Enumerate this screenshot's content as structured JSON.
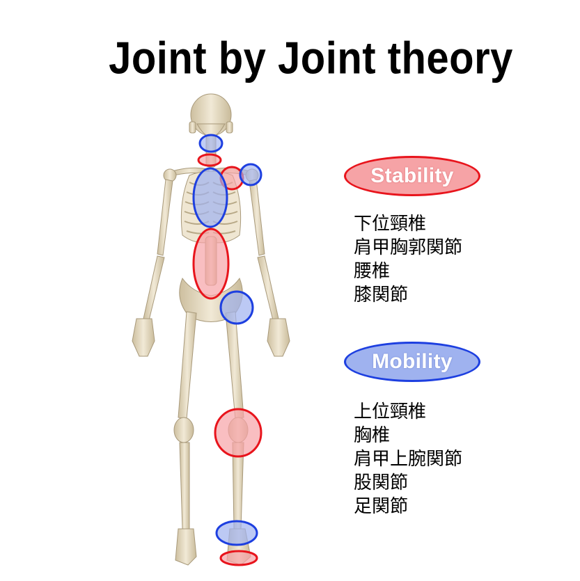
{
  "title": "Joint by Joint theory",
  "colors": {
    "stability_fill": "#f6a3a6",
    "stability_border": "#e8141c",
    "mobility_fill": "#9fb2ef",
    "mobility_border": "#1d3fe0",
    "bone": "#e6dcc4"
  },
  "stability": {
    "label": "Stability",
    "joints": [
      "下位頸椎",
      "肩甲胸郭関節",
      "腰椎",
      "膝関節"
    ]
  },
  "mobility": {
    "label": "Mobility",
    "joints": [
      "上位頸椎",
      "胸椎",
      "肩甲上腕関節",
      "股関節",
      "足関節"
    ]
  }
}
